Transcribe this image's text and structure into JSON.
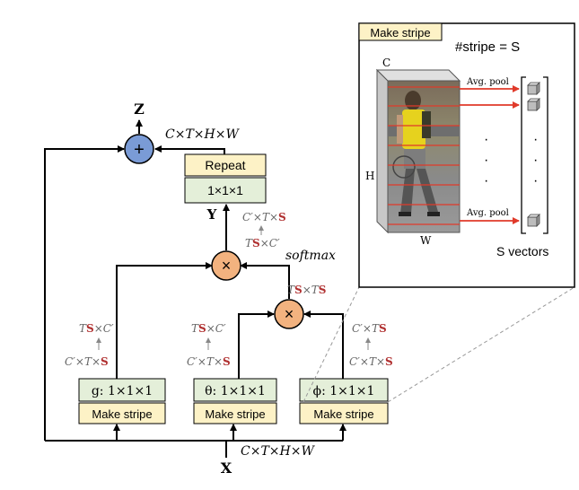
{
  "nodes": {
    "z_label": "Z",
    "x_label": "X",
    "y_label": "Y",
    "plus_symbol": "+",
    "times_symbol": "×"
  },
  "blocks": {
    "repeat": "Repeat",
    "conv_y": "1×1×1",
    "g_conv": "g: 1×1×1",
    "theta_conv": "θ: 1×1×1",
    "phi_conv": "ϕ: 1×1×1",
    "make_stripe": "Make stripe"
  },
  "dims": {
    "output": "C×T×H×W",
    "input": "C×T×H×W",
    "softmax": "softmax",
    "y_top_prefix": "C′×T×",
    "y_mid_prefix": "T",
    "y_mid_suffix": "×C′",
    "ts_ts_a": "T",
    "ts_ts_b": "×T",
    "g_top_prefix": "T",
    "g_top_suffix": "×C′",
    "g_bot_prefix": "C′×T×",
    "theta_top_prefix": "T",
    "theta_top_suffix": "×C′",
    "theta_bot_prefix": "C′×T×",
    "phi_top_prefix": "C′×T",
    "phi_bot_prefix": "C′×T×",
    "s_letter": "S"
  },
  "inset": {
    "title": "Make stripe",
    "count_label": "#stripe = S",
    "c_label": "C",
    "h_label": "H",
    "w_label": "W",
    "pool_top": "Avg. pool",
    "pool_bottom": "Avg. pool",
    "vectors_label": "S vectors",
    "dots": "·"
  },
  "colors": {
    "accent_red": "#b03030",
    "plus_node": "#7a9bd6",
    "times_node": "#f2b27f",
    "conv_fill": "#e4efd9",
    "stripe_fill": "#fdf2c6"
  }
}
